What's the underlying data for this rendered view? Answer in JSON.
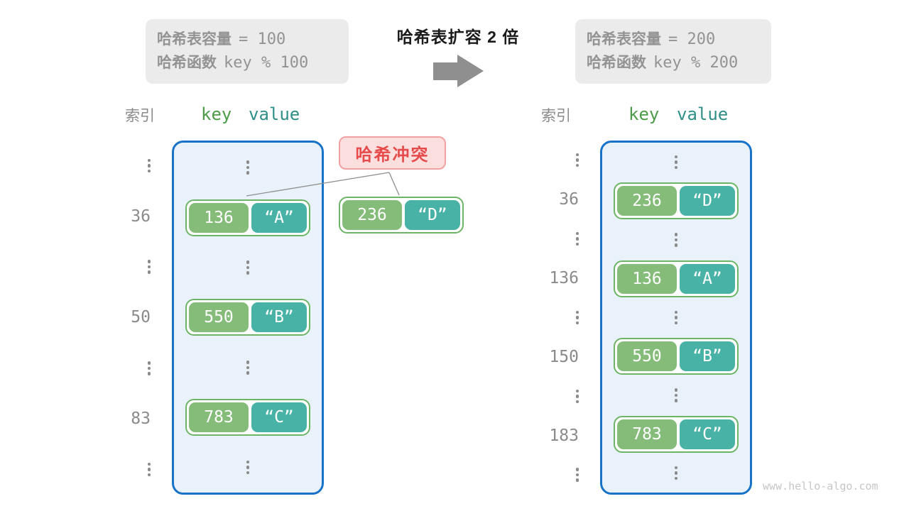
{
  "title": {
    "text": "哈希表扩容 2 倍"
  },
  "left_info": {
    "line1_label": "哈希表容量",
    "line1_value": "= 100",
    "line2_label": "哈希函数",
    "line2_value": "key % 100"
  },
  "right_info": {
    "line1_label": "哈希表容量",
    "line1_value": "= 200",
    "line2_label": "哈希函数",
    "line2_value": "key % 200"
  },
  "collision": {
    "label": "哈希冲突",
    "pair": {
      "key": "236",
      "value": "“D”"
    }
  },
  "left_table": {
    "index_header": "索引",
    "key_header": "key",
    "value_header": "value",
    "rows": [
      {
        "type": "dots"
      },
      {
        "type": "pair",
        "index": "36",
        "key": "136",
        "value": "“A”"
      },
      {
        "type": "dots"
      },
      {
        "type": "pair",
        "index": "50",
        "key": "550",
        "value": "“B”"
      },
      {
        "type": "dots"
      },
      {
        "type": "pair",
        "index": "83",
        "key": "783",
        "value": "“C”"
      },
      {
        "type": "dots"
      }
    ]
  },
  "right_table": {
    "index_header": "索引",
    "key_header": "key",
    "value_header": "value",
    "rows": [
      {
        "type": "dots"
      },
      {
        "type": "pair",
        "index": "36",
        "key": "236",
        "value": "“D”"
      },
      {
        "type": "dots"
      },
      {
        "type": "pair",
        "index": "136",
        "key": "136",
        "value": "“A”"
      },
      {
        "type": "dots"
      },
      {
        "type": "pair",
        "index": "150",
        "key": "550",
        "value": "“B”"
      },
      {
        "type": "dots"
      },
      {
        "type": "pair",
        "index": "183",
        "key": "783",
        "value": "“C”"
      },
      {
        "type": "dots"
      }
    ]
  },
  "watermark": "www.hello-algo.com",
  "colors": {
    "container_border": "#1873C8",
    "container_bg": "#E9F2FB",
    "key_green": "#85BC79",
    "value_teal": "#49B2A6",
    "pair_border": "#6CB566",
    "key_header_green": "#4C9B49",
    "value_header_teal": "#2F8F88",
    "badge_bg": "#FBDEDE",
    "badge_border": "#F2A0A0",
    "badge_text": "#E54B4B",
    "info_bg": "#EBEBEB",
    "info_text": "#939393",
    "gray_text": "#8A8A8A",
    "arrow_gray": "#8F8F8F",
    "title_text": "#1B1B1B",
    "watermark_gray": "#C6C6C6",
    "connector_gray": "#8F8F8F"
  }
}
